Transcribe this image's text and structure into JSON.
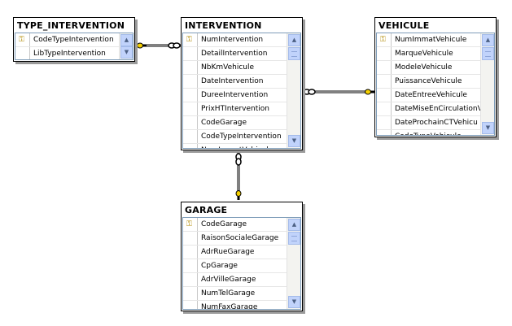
{
  "tables": {
    "type_intervention": {
      "title": "TYPE_INTERVENTION",
      "columns": [
        "CodeTypeIntervention",
        "LibTypeIntervention"
      ],
      "primary_key_row": 0
    },
    "intervention": {
      "title": "INTERVENTION",
      "columns": [
        "NumIntervention",
        "DetailIntervention",
        "NbKmVehicule",
        "DateIntervention",
        "DureeIntervention",
        "PrixHTIntervention",
        "CodeGarage",
        "CodeTypeIntervention",
        "NumImmatVehicule"
      ],
      "primary_key_row": 0
    },
    "vehicule": {
      "title": "VEHICULE",
      "columns": [
        "NumImmatVehicule",
        "MarqueVehicule",
        "ModeleVehicule",
        "PuissanceVehicule",
        "DateEntreeVehicule",
        "DateMiseEnCirculationV",
        "DateProchainCTVehicu",
        "CodeTypeVehicule"
      ],
      "primary_key_row": 0
    },
    "garage": {
      "title": "GARAGE",
      "columns": [
        "CodeGarage",
        "RaisonSocialeGarage",
        "AdrRueGarage",
        "CpGarage",
        "AdrVilleGarage",
        "NumTelGarage",
        "NumFaxGarage"
      ],
      "primary_key_row": 0
    }
  },
  "relationships": [
    {
      "name": "intervention-type_intervention",
      "from": "intervention",
      "to": "type_intervention"
    },
    {
      "name": "intervention-vehicule",
      "from": "intervention",
      "to": "vehicule"
    },
    {
      "name": "intervention-garage",
      "from": "intervention",
      "to": "garage"
    }
  ],
  "icons": {
    "key": "primary-key-icon",
    "scroll_up": "scroll-up-arrow-icon",
    "scroll_down": "scroll-down-arrow-icon"
  },
  "colors": {
    "border": "#000000",
    "shadow": "#9a9a9a",
    "scrollbar": "#c1d3fb",
    "key": "#b08a00"
  }
}
